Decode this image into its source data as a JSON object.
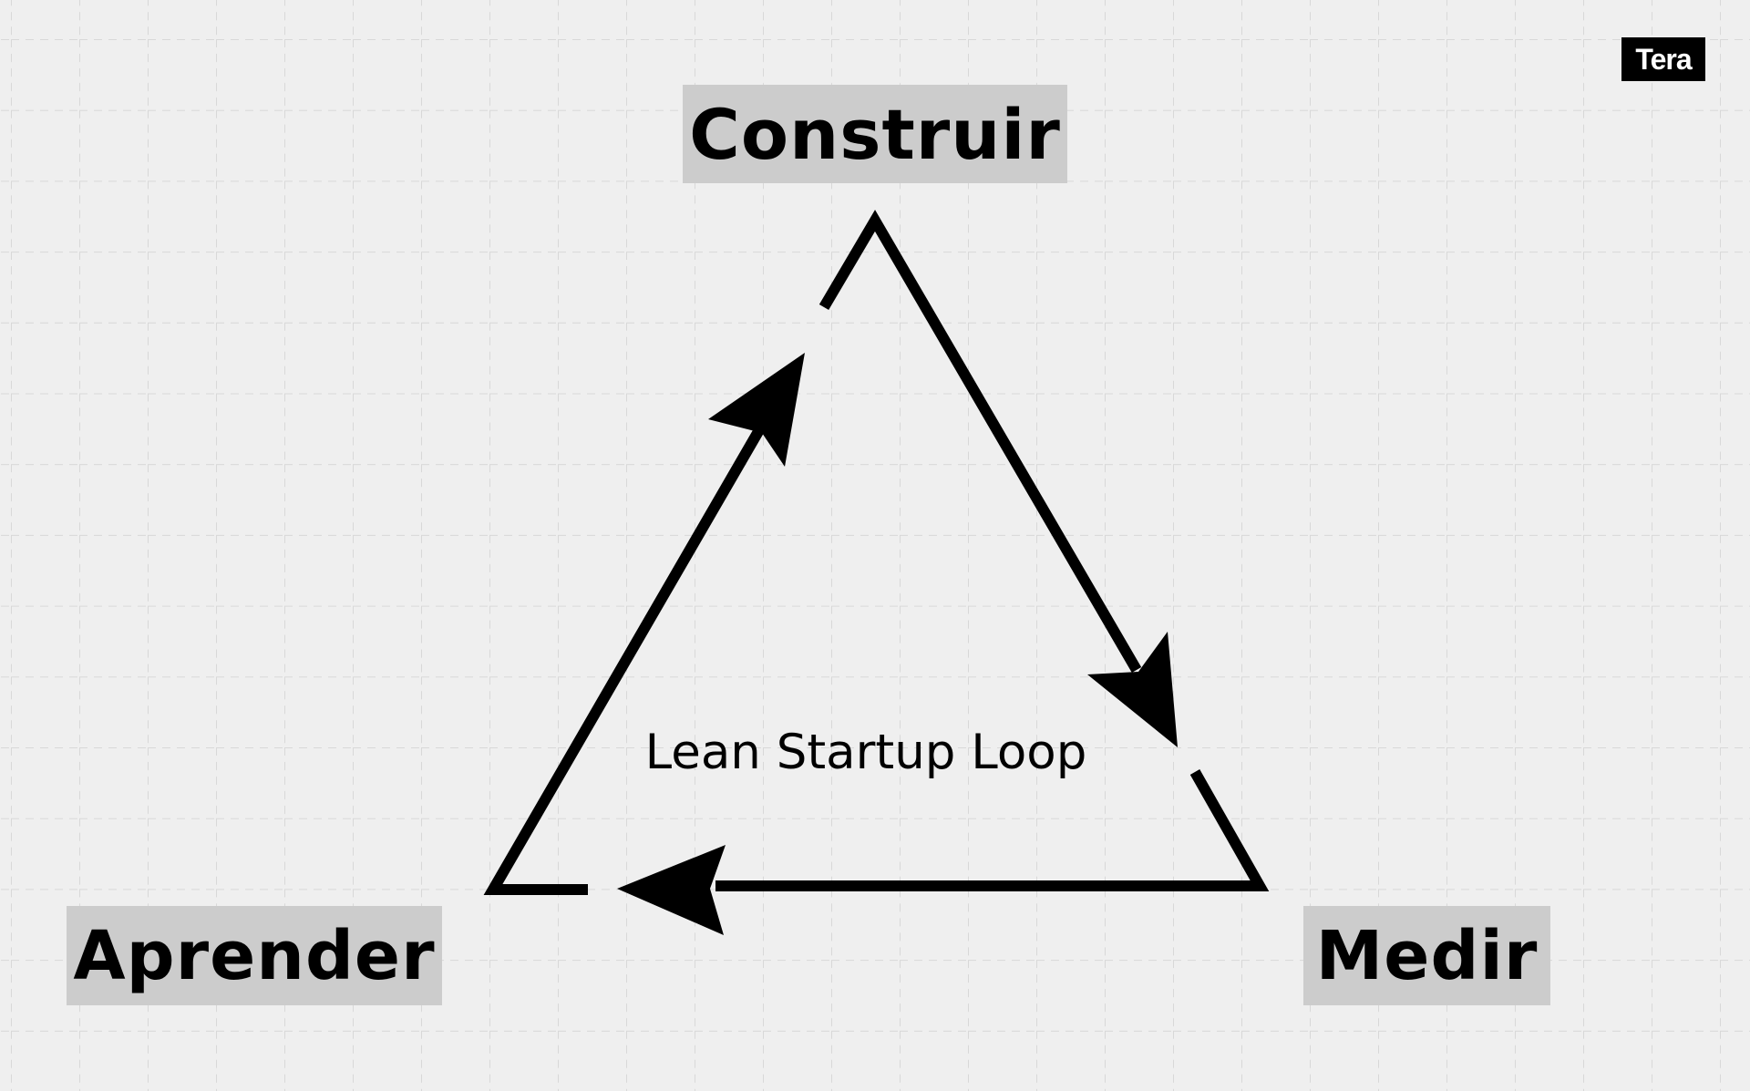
{
  "diagram": {
    "title": "Lean Startup Loop",
    "nodes": [
      {
        "id": "construir",
        "label": "Construir",
        "position": "top"
      },
      {
        "id": "medir",
        "label": "Medir",
        "position": "bottom-right"
      },
      {
        "id": "aprender",
        "label": "Aprender",
        "position": "bottom-left"
      }
    ],
    "edges": [
      {
        "from": "construir",
        "to": "medir",
        "direction": "clockwise"
      },
      {
        "from": "medir",
        "to": "aprender",
        "direction": "clockwise"
      },
      {
        "from": "aprender",
        "to": "construir",
        "direction": "clockwise"
      }
    ]
  },
  "logo": {
    "text": "Tera"
  },
  "colors": {
    "background": "#efefef",
    "grid": "#d6d6d6",
    "label_box": "#cccccc",
    "stroke": "#000000",
    "logo_bg": "#000000",
    "logo_text": "#ffffff"
  }
}
